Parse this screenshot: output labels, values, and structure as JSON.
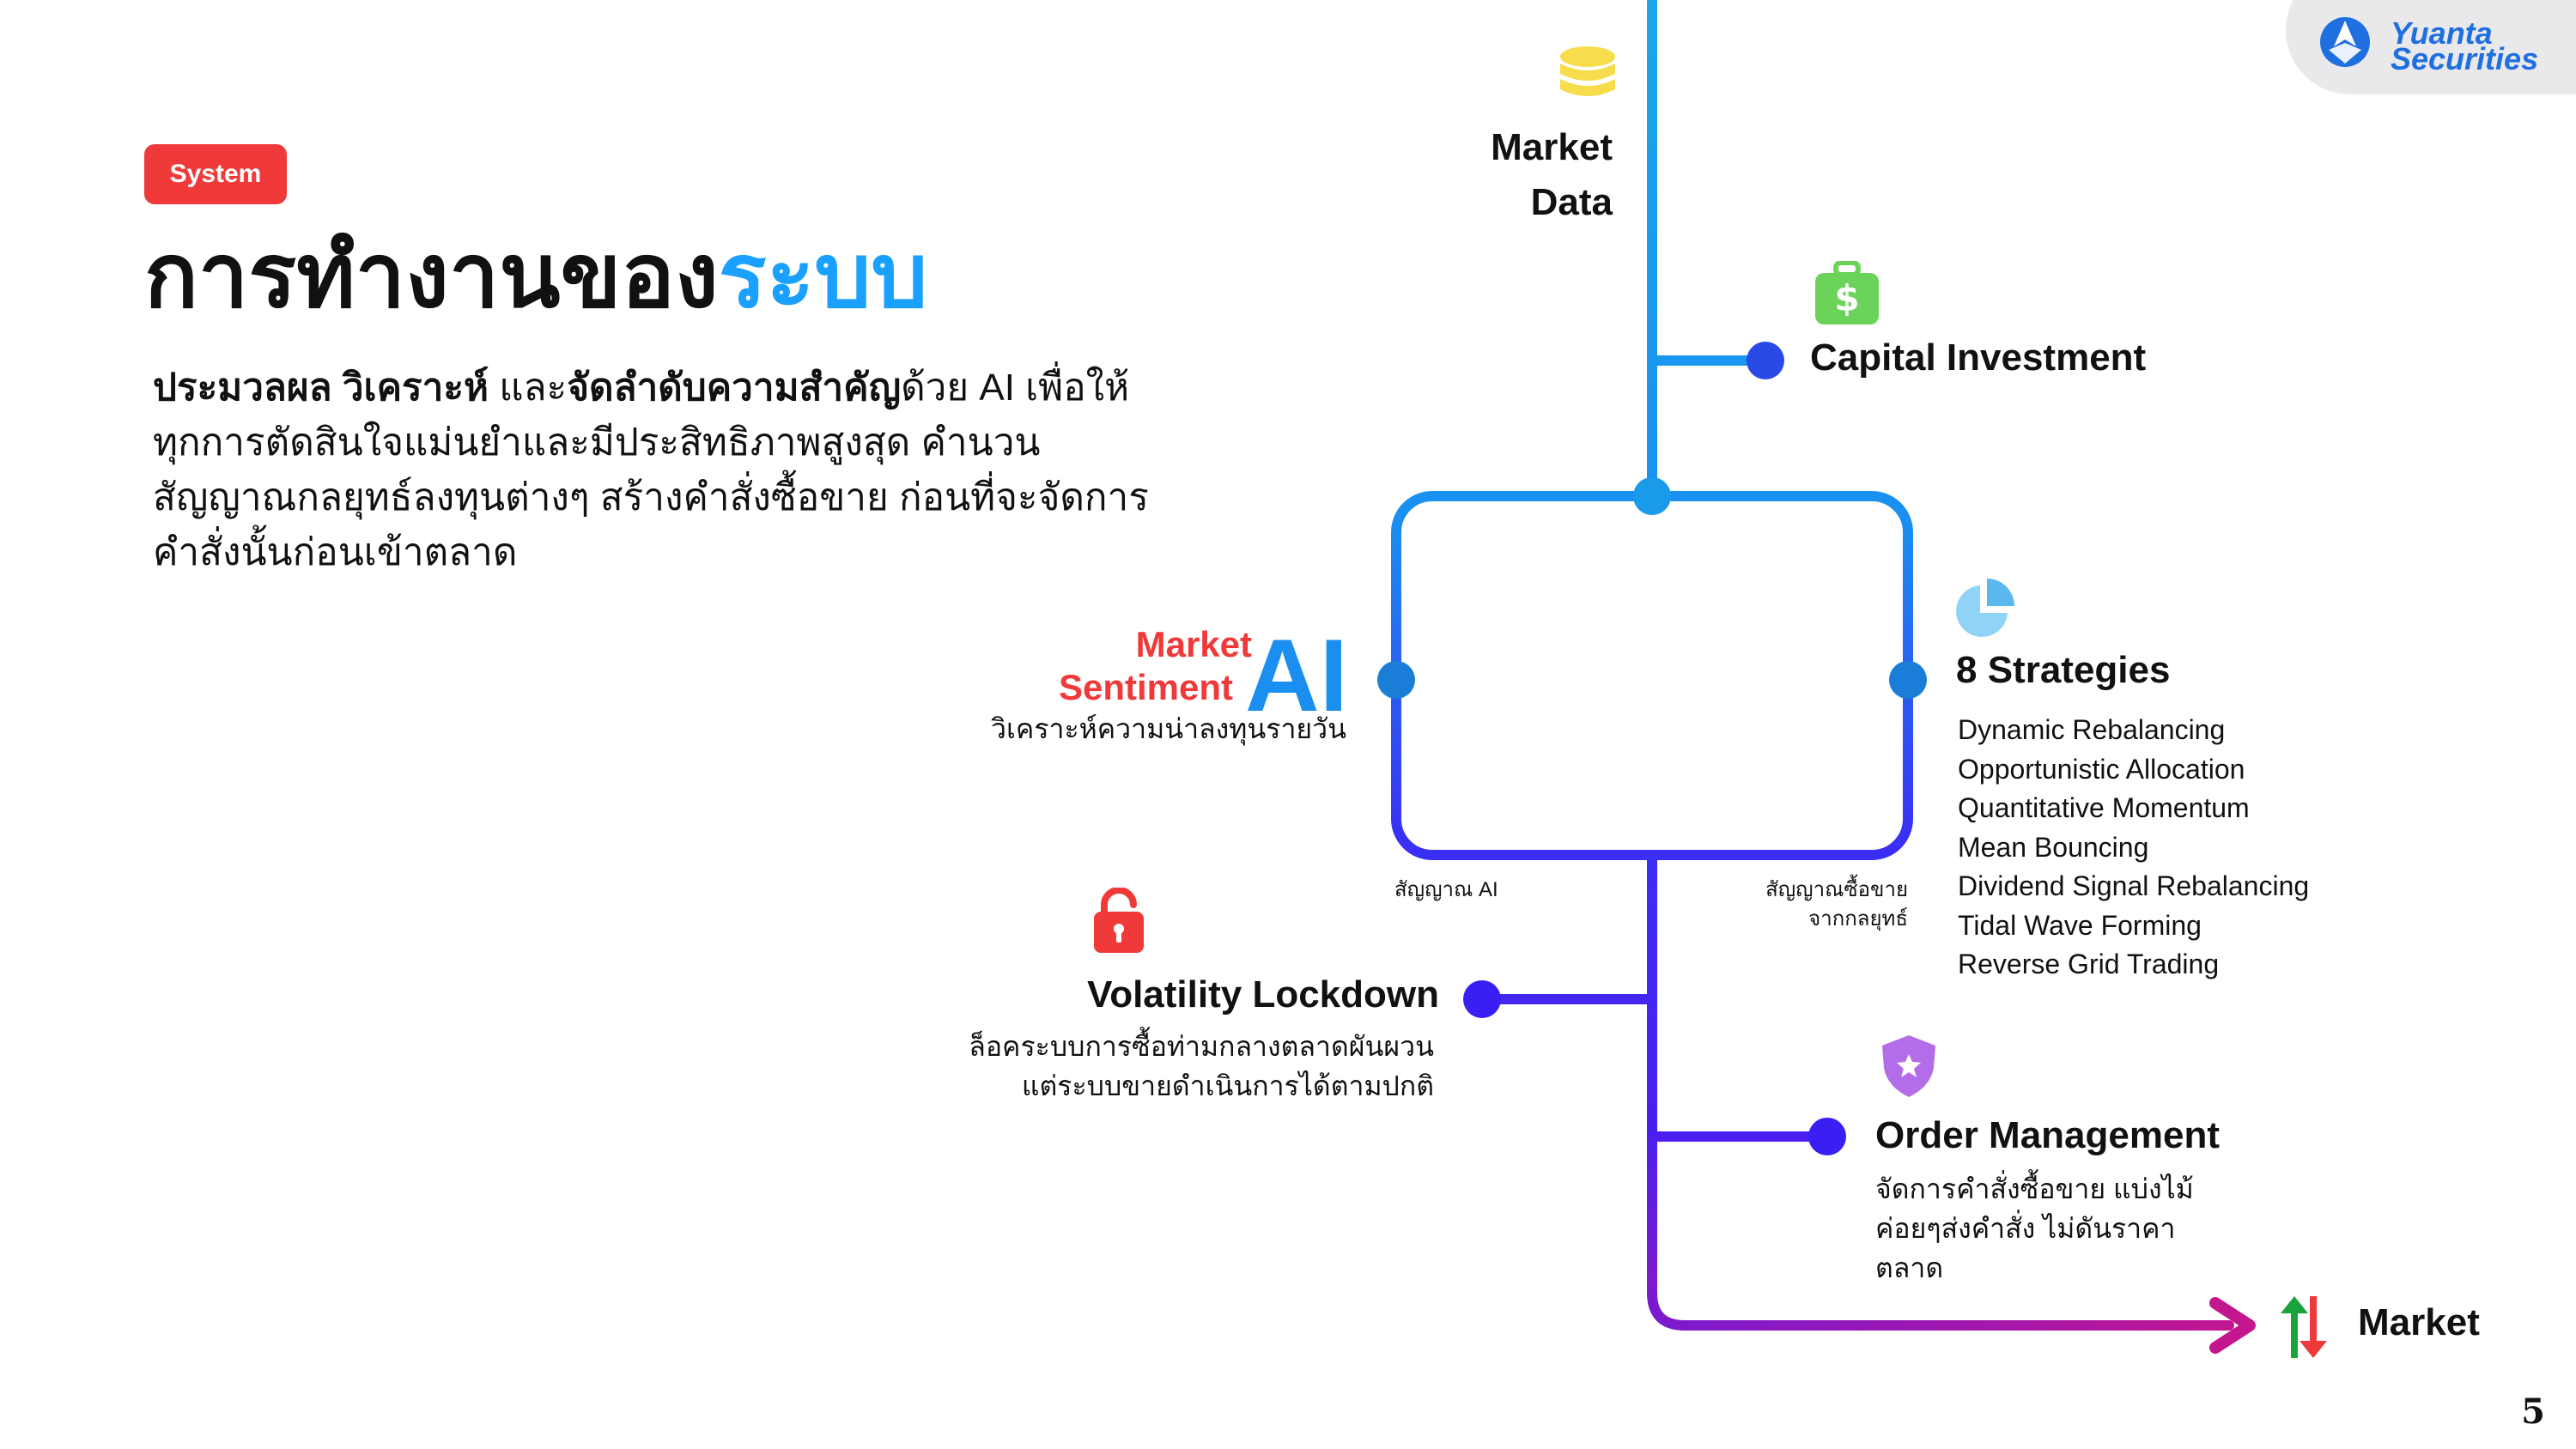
{
  "header": {
    "badge": "System",
    "title_main": "การทำงานของ",
    "title_accent": "ระบบ",
    "desc_bold1": "ประมวลผล วิเคราะห์",
    "desc_plain1": " และ",
    "desc_bold2": "จัดลำดับความสำคัญ",
    "desc_plain2": "ด้วย AI เพื่อให้ทุกการตัดสินใจแม่นยำและมีประสิทธิภาพสูงสุด คำนวนสัญญาณกลยุทธ์ลงทุนต่างๆ สร้างคำสั่งซื้อขาย ก่อนที่จะจัดการคำสั่งนั้นก่อนเข้าตลาด"
  },
  "logo": {
    "line1": "Yuanta",
    "line2": "Securities"
  },
  "nodes": {
    "market_data": {
      "line1": "Market",
      "line2": "Data"
    },
    "capital_investment": {
      "label": "Capital Investment"
    },
    "ai": {
      "sentiment_line1": "Market",
      "sentiment_line2": "Sentiment",
      "big": "AI",
      "sub": "วิเคราะห์ความน่าลงทุนรายวัน"
    },
    "strategies": {
      "label": "8 Strategies",
      "items": [
        "Dynamic Rebalancing",
        "Opportunistic Allocation",
        "Quantitative Momentum",
        "Mean Bouncing",
        "Dividend Signal Rebalancing",
        "Tidal Wave Forming",
        "Reverse Grid Trading"
      ]
    },
    "signal_ai": "สัญญาณ AI",
    "signal_strategy": {
      "line1": "สัญญาณซื้อขาย",
      "line2": "จากกลยุทธ์"
    },
    "volatility": {
      "label": "Volatility Lockdown",
      "line1": "ล็อคระบบการซื้อท่ามกลางตลาดผันผวน",
      "line2": "แต่ระบบขายดำเนินการได้ตามปกติ"
    },
    "order": {
      "label": "Order Management",
      "line1": "จัดการคำสั่งซื้อขาย แบ่งไม้",
      "line2": "ค่อยๆส่งคำสั่ง ไม่ดันราคา",
      "line3": "ตลาด"
    },
    "market": {
      "label": "Market"
    }
  },
  "page_number": "5",
  "colors": {
    "accent_blue": "#1aa0ff",
    "red": "#f03a3a",
    "line_top": "#1aa0e8",
    "line_mid": "#3b2bf2",
    "line_bottom": "#b317a6"
  },
  "icons": [
    "coin-stack-icon",
    "money-bag-icon",
    "pie-chart-icon",
    "padlock-icon",
    "shield-star-icon",
    "up-down-arrows-icon"
  ]
}
